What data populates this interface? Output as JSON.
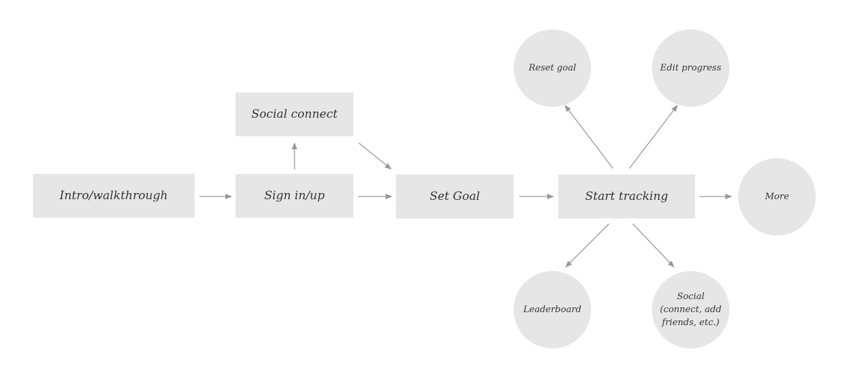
{
  "diagram": {
    "nodes": {
      "intro": "Intro/walkthrough",
      "signin": "Sign in/up",
      "social_connect": "Social connect",
      "set_goal": "Set Goal",
      "start_tracking": "Start tracking",
      "reset_goal": "Reset goal",
      "edit_progress": "Edit progress",
      "more": "More",
      "leaderboard": "Leaderboard",
      "social_friends": "Social\n(connect, add\nfriends, etc.)"
    },
    "edges": [
      {
        "from": "intro",
        "to": "signin"
      },
      {
        "from": "signin",
        "to": "social_connect"
      },
      {
        "from": "signin",
        "to": "set_goal"
      },
      {
        "from": "social_connect",
        "to": "set_goal"
      },
      {
        "from": "set_goal",
        "to": "start_tracking"
      },
      {
        "from": "start_tracking",
        "to": "reset_goal"
      },
      {
        "from": "start_tracking",
        "to": "edit_progress"
      },
      {
        "from": "start_tracking",
        "to": "more"
      },
      {
        "from": "start_tracking",
        "to": "leaderboard"
      },
      {
        "from": "start_tracking",
        "to": "social_friends"
      }
    ],
    "colors": {
      "node_fill": "#e6e6e6",
      "arrow": "#999999",
      "text": "#333333"
    }
  }
}
